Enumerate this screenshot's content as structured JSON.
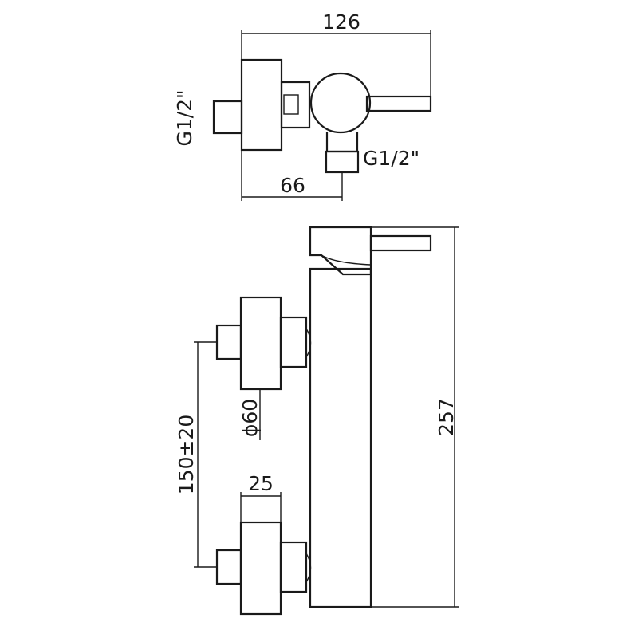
{
  "dimensions": {
    "overall_width": "126",
    "inlet_offset": "66",
    "thread_left": "G1/2\"",
    "thread_outlet": "G1/2\"",
    "overall_height": "257",
    "centre_distance": "150±20",
    "flange_diameter": "ϕ60",
    "flange_depth": "25"
  }
}
